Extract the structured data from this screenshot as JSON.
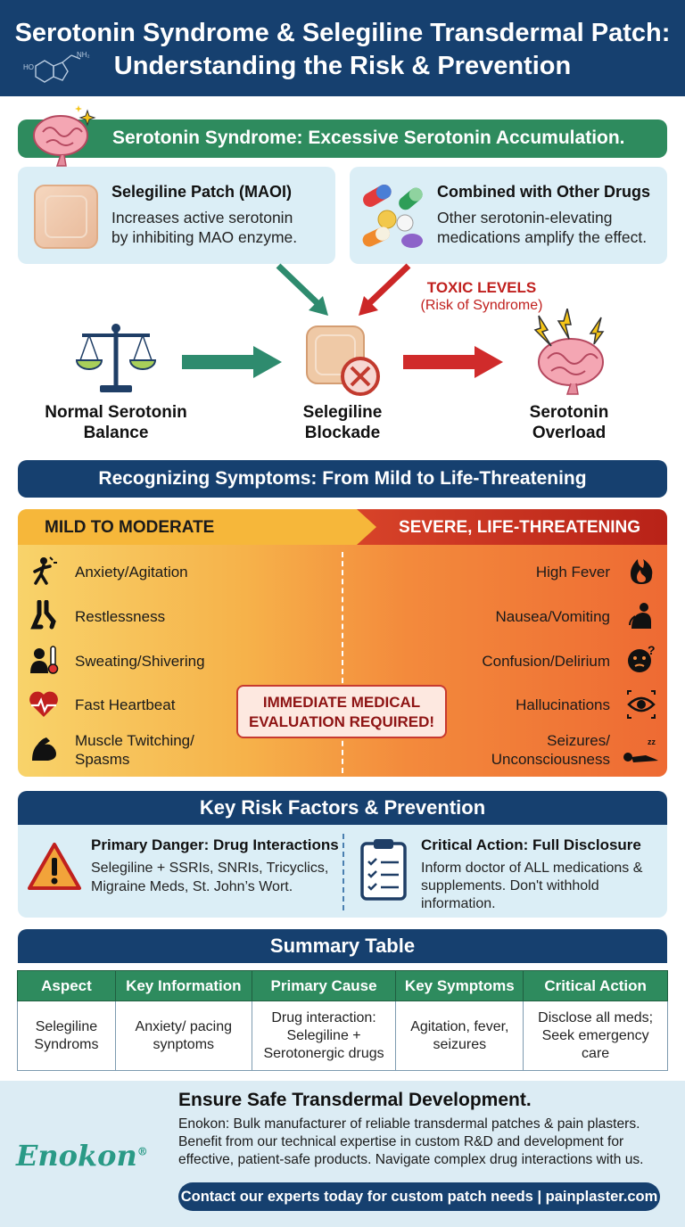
{
  "header": {
    "title_line1": "Serotonin Syndrome & Selegiline Transdermal Patch:",
    "title_line2": "Understanding the Risk & Prevention"
  },
  "mechanism": {
    "banner": "Serotonin Syndrome: Excessive Serotonin Accumulation.",
    "card_patch": {
      "title": "Selegiline Patch (MAOI)",
      "desc_line1": "Increases active serotonin",
      "desc_line2": "by inhibiting MAO enzyme."
    },
    "card_drugs": {
      "title": "Combined with Other Drugs",
      "desc_line1": "Other serotonin-elevating",
      "desc_line2": "medications amplify the effect."
    },
    "toxic_title": "TOXIC LEVELS",
    "toxic_sub": "(Risk of Syndrome)",
    "flow": [
      {
        "line1": "Normal Serotonin",
        "line2": "Balance"
      },
      {
        "line1": "Selegiline",
        "line2": "Blockade"
      },
      {
        "line1": "Serotonin",
        "line2": "Overload"
      }
    ]
  },
  "symptoms": {
    "banner": "Recognizing Symptoms: From Mild to Life-Threatening",
    "mild_header": "MILD TO MODERATE",
    "severe_header": "SEVERE, LIFE-THREATENING",
    "mild": [
      {
        "line1": "Anxiety/Agitation",
        "icon": "agitated-person-icon"
      },
      {
        "line1": "Restlessness",
        "icon": "restless-legs-icon"
      },
      {
        "line1": "Sweating/Shivering",
        "icon": "thermometer-person-icon"
      },
      {
        "line1": "Fast Heartbeat",
        "icon": "heartbeat-icon"
      },
      {
        "line1": "Muscle Twitching/",
        "line2": "Spasms",
        "icon": "muscle-arm-icon"
      }
    ],
    "severe": [
      {
        "line1": "High Fever",
        "icon": "flame-icon"
      },
      {
        "line1": "Nausea/Vomiting",
        "icon": "vomiting-person-icon"
      },
      {
        "line1": "Confusion/Delirium",
        "icon": "confused-face-icon"
      },
      {
        "line1": "Hallucinations",
        "icon": "eye-icon"
      },
      {
        "line1": "Seizures/",
        "line2": "Unconsciousness",
        "icon": "collapsed-person-icon"
      }
    ],
    "alert_line1": "IMMEDIATE MEDICAL",
    "alert_line2": "EVALUATION REQUIRED!"
  },
  "risk": {
    "banner": "Key Risk Factors & Prevention",
    "danger_title": "Primary Danger: Drug Interactions",
    "danger_line1": "Selegiline + SSRIs, SNRIs, Tricyclics,",
    "danger_line2": "Migraine Meds, St. John’s Wort.",
    "action_title": "Critical Action: Full Disclosure",
    "action_line1": "Inform doctor of ALL medications &",
    "action_line2": "supplements. Don't withhold",
    "action_line3": "information."
  },
  "summary": {
    "banner": "Summary Table",
    "headers": [
      "Aspect",
      "Key Information",
      "Primary Cause",
      "Key Symptoms",
      "Critical Action"
    ],
    "row": [
      [
        "Selegiline",
        "Syndroms"
      ],
      [
        "Anxiety/ pacing",
        "synptoms"
      ],
      [
        "Drug interaction:",
        "Selegiline +",
        "Serotonergic drugs"
      ],
      [
        "Agitation, fever,",
        "seizures"
      ],
      [
        "Disclose all meds;",
        "Seek emergency",
        "care"
      ]
    ]
  },
  "footer": {
    "title": "Ensure Safe Transdermal Development.",
    "body_line1": "Enokon: Bulk manufacturer of reliable transdermal patches & pain plasters.",
    "body_line2": "Benefit from our technical expertise in custom R&D and development for",
    "body_line3": "effective, patient-safe products. Navigate complex drug interactions with us.",
    "logo": "Enokon",
    "logo_mark": "®",
    "cta": "Contact our experts today for custom patch needs | painplaster.com"
  },
  "colors": {
    "navy": "#16406f",
    "green": "#2e8b5e",
    "light_blue": "#dbeef6",
    "danger_red": "#c0201e",
    "orange": "#ee6a33"
  }
}
